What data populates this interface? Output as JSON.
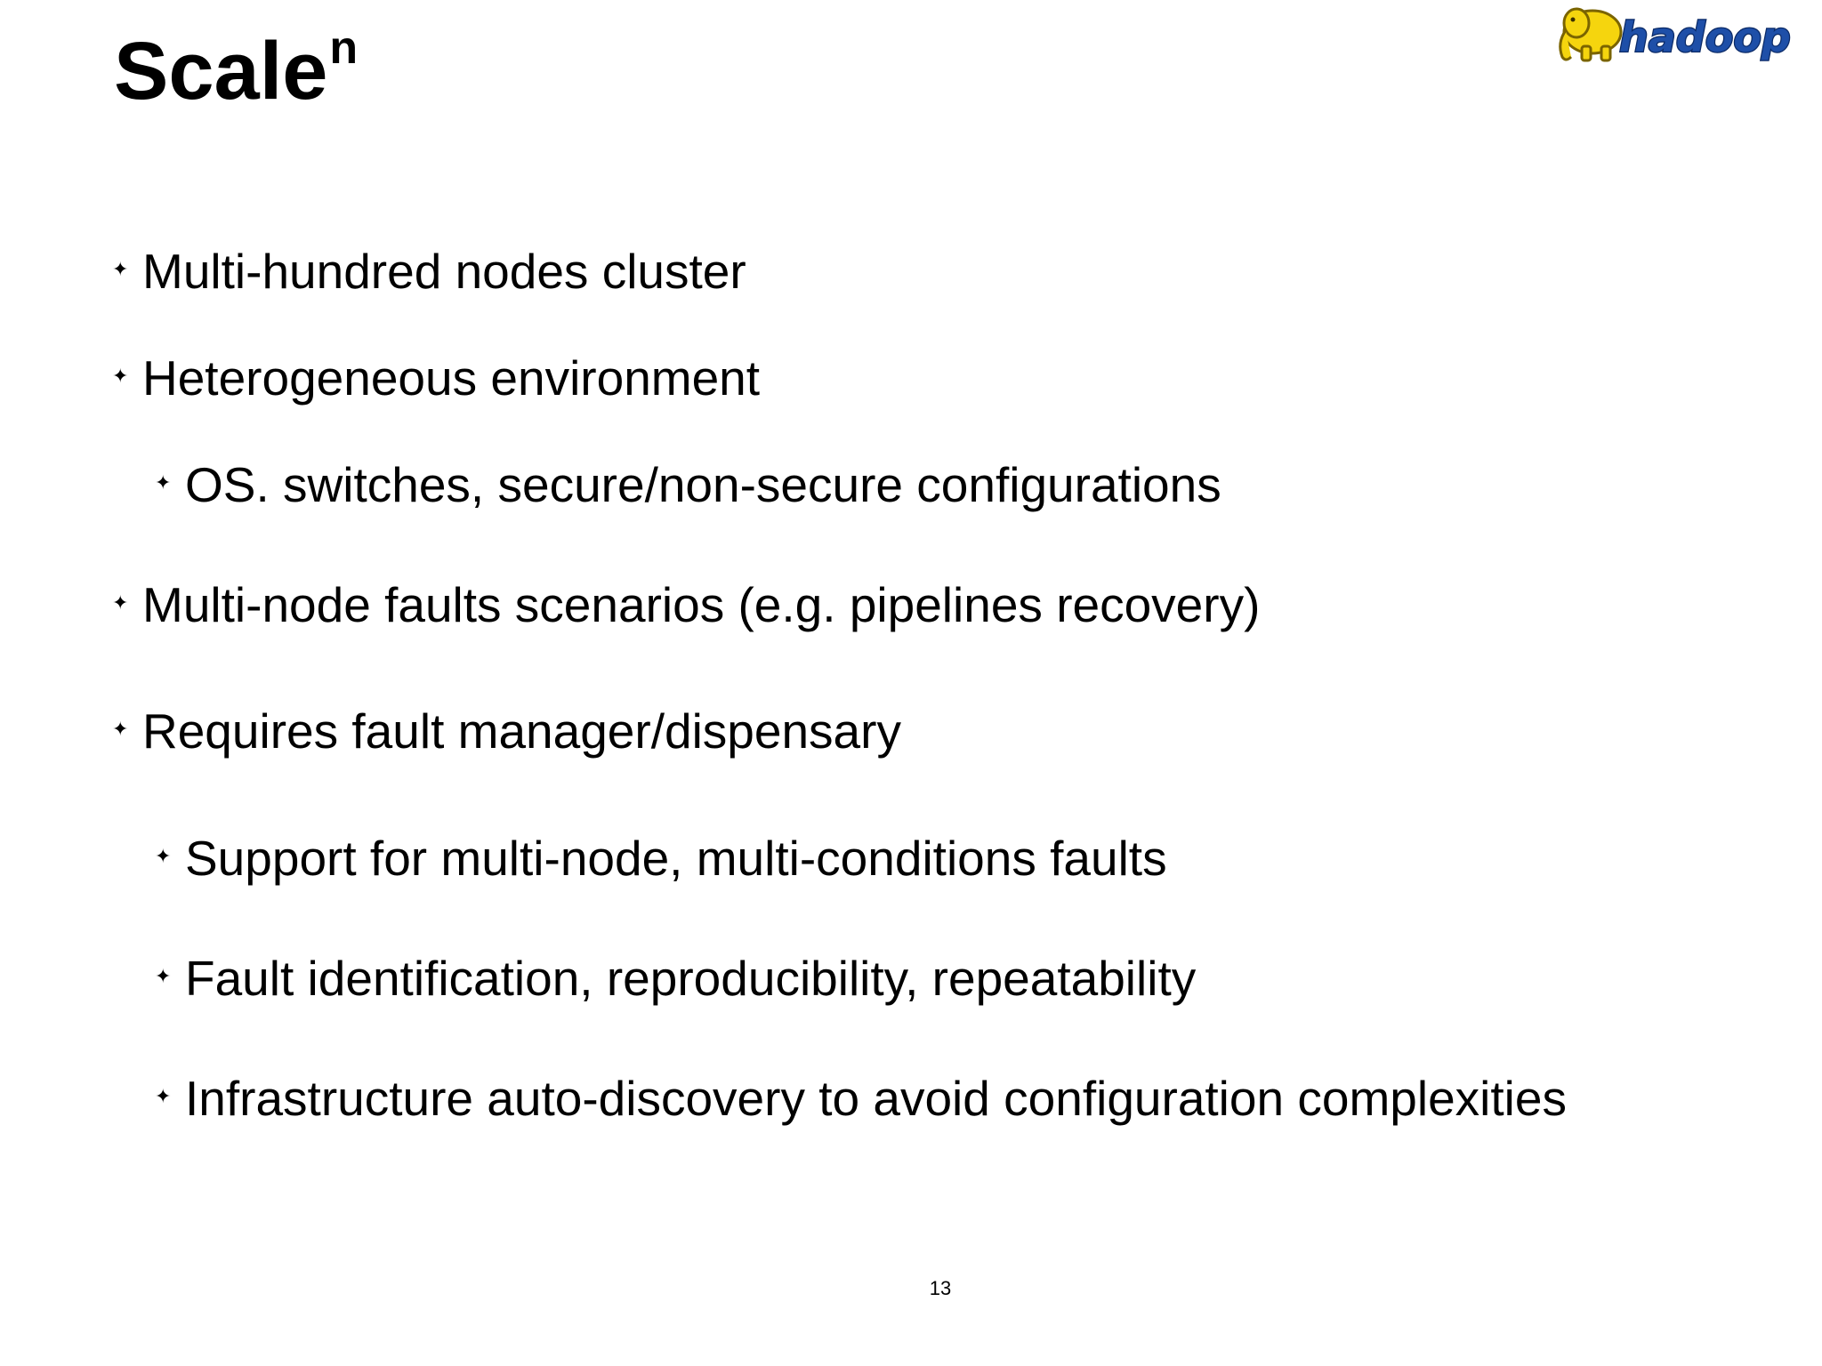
{
  "slide": {
    "title": "Scale",
    "title_superscript": "n",
    "logo": {
      "text": "hadoop",
      "icon": "hadoop-elephant-icon",
      "colors": {
        "elephant": "#f5d50e",
        "elephant_outline": "#7a6400",
        "text_fill": "#1e4fa8",
        "text_outline": "#0b2a66"
      }
    },
    "bullet_marker": "✦",
    "bullets": [
      {
        "level": 1,
        "text": "Multi-hundred nodes cluster"
      },
      {
        "level": 1,
        "text": "Heterogeneous environment"
      },
      {
        "level": 2,
        "text": "OS. switches, secure/non-secure configurations"
      },
      {
        "level": 1,
        "text": "Multi-node faults scenarios (e.g. pipelines recovery)"
      },
      {
        "level": 1,
        "text": "Requires fault manager/dispensary"
      },
      {
        "level": 2,
        "text": "Support for multi-node, multi-conditions faults"
      },
      {
        "level": 2,
        "text": "Fault identification, reproducibility, repeatability"
      },
      {
        "level": 2,
        "text": "Infrastructure auto-discovery to avoid configuration complexities"
      }
    ],
    "page_number": "13"
  }
}
